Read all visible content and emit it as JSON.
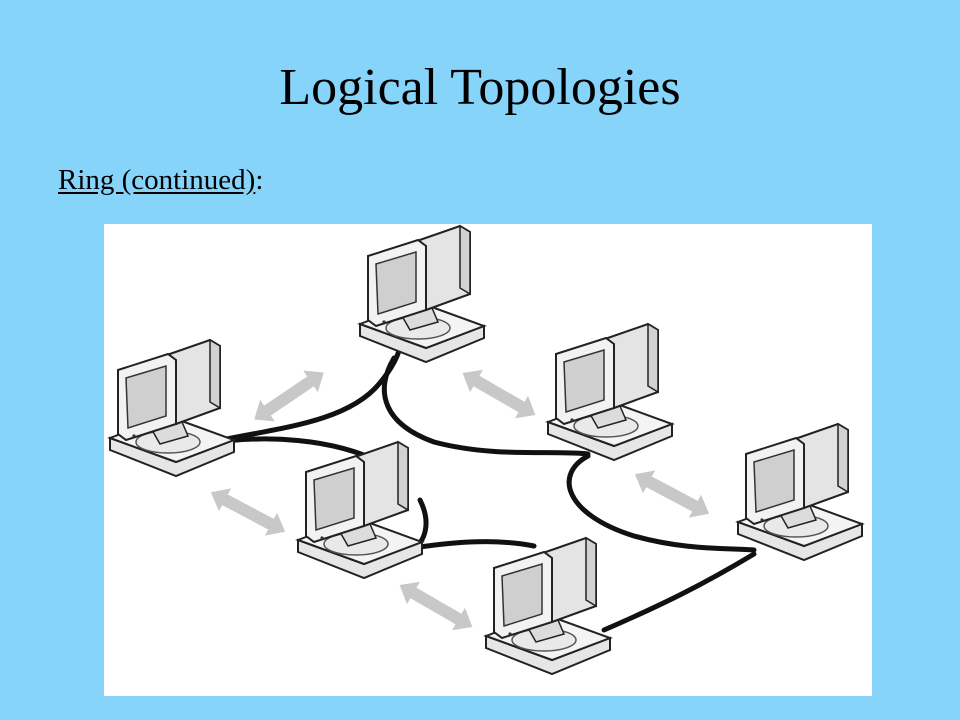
{
  "slide": {
    "title": "Logical Topologies",
    "subtitle_underlined": "Ring (continued)",
    "subtitle_suffix": ":"
  },
  "colors": {
    "background": "#87d4fb",
    "panel": "#ffffff",
    "cable": "#111111",
    "arrow": "#c8c8c8",
    "computer_body": "#efefef",
    "screen": "#cfcfcf"
  },
  "diagram": {
    "topology": "ring",
    "computers": [
      "pc-top",
      "pc-left",
      "pc-center",
      "pc-right",
      "pc-far-right",
      "pc-bottom"
    ],
    "arrow_icon": "double-headed-arrow"
  }
}
